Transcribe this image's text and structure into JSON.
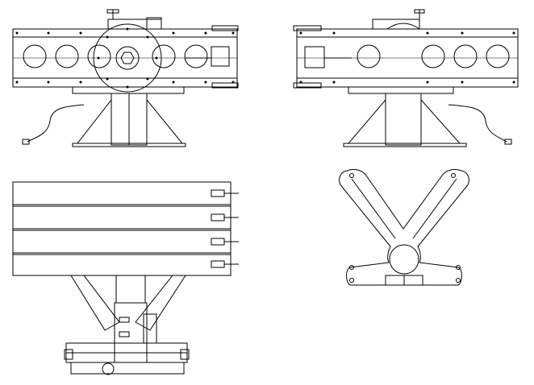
{
  "drawing": {
    "background": "#ffffff",
    "line_color": "#000000",
    "views": [
      {
        "id": "front-view"
      },
      {
        "id": "rear-view"
      },
      {
        "id": "top-view"
      },
      {
        "id": "side-view"
      }
    ]
  }
}
